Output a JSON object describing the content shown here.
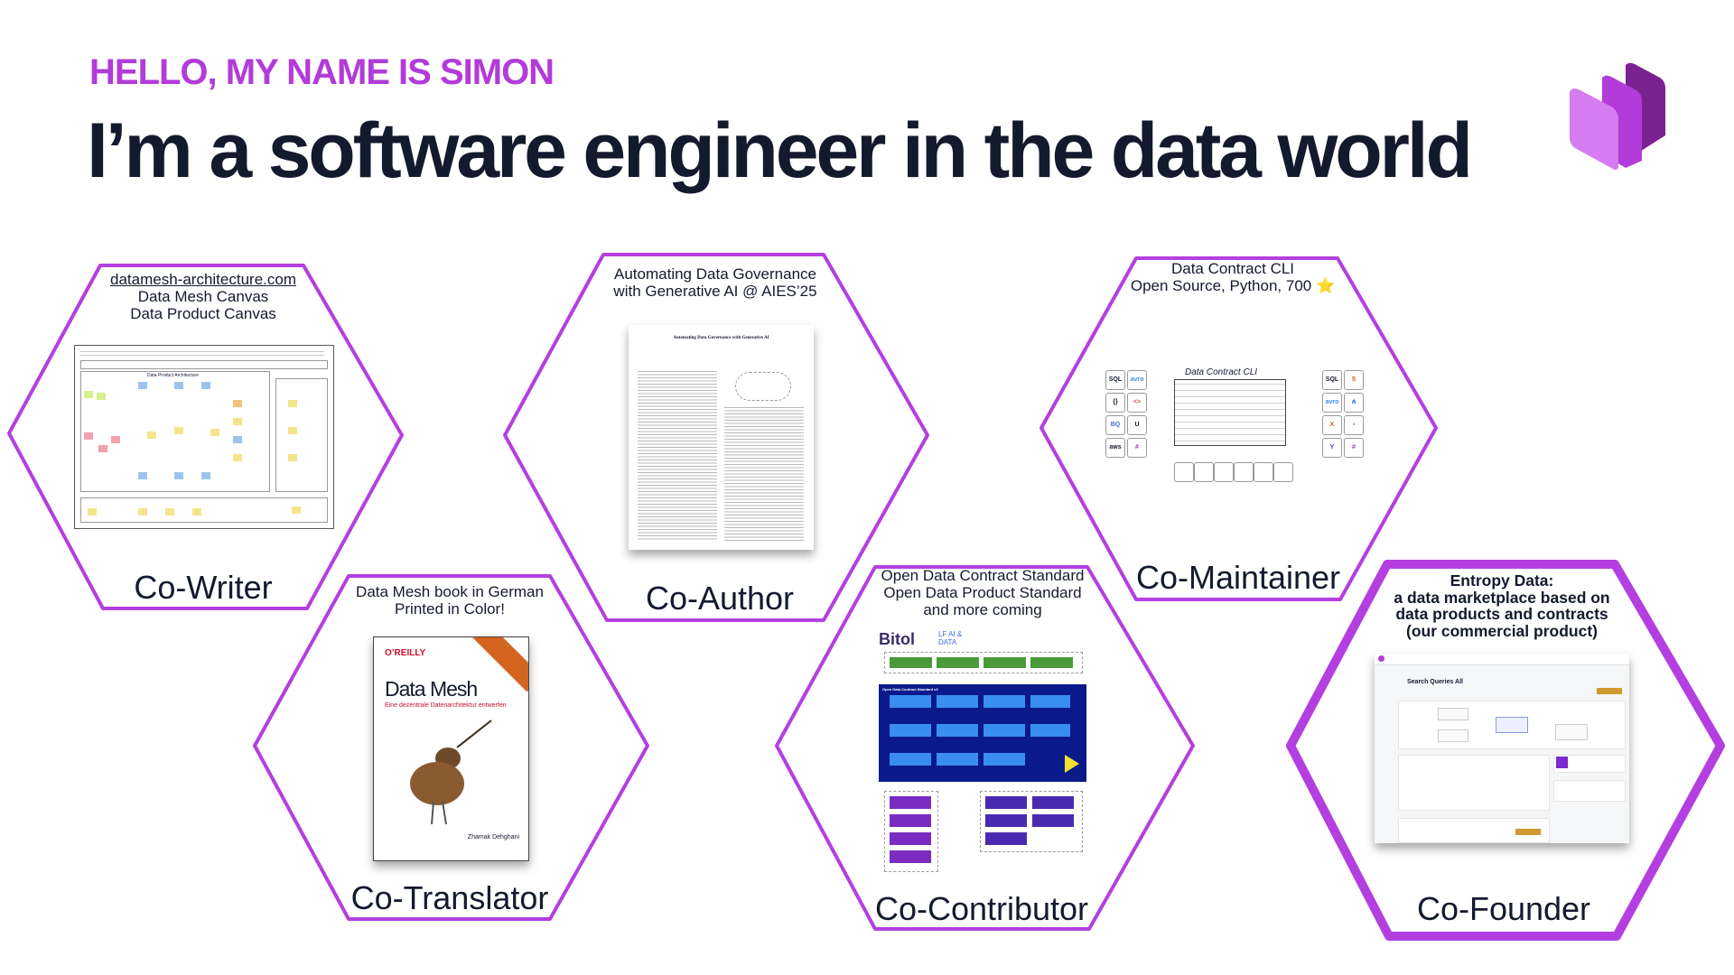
{
  "header": {
    "greeting": "HELLO, MY NAME IS SIMON",
    "title": "I’m a software engineer in the data world",
    "logo_icon": "entropy-data-cube-logo"
  },
  "colors": {
    "accent": "#b23bd9",
    "text": "#141a2e",
    "logo_light": "#d57cf0",
    "logo_mid": "#b23bd9",
    "logo_dark": "#7a2390"
  },
  "roles": [
    {
      "label": "Co-Writer",
      "caption": [
        "datamesh-architecture.com",
        "Data Mesh Canvas",
        "Data Product Canvas"
      ]
    },
    {
      "label": "Co-Translator",
      "caption": [
        "Data Mesh book in German",
        "Printed in Color!"
      ]
    },
    {
      "label": "Co-Author",
      "caption": [
        "Automating Data Governance",
        "with Generative AI @ AIES’25"
      ]
    },
    {
      "label": "Co-Contributor",
      "caption": [
        "Open Data Contract Standard",
        "Open Data Product Standard",
        "and more coming"
      ]
    },
    {
      "label": "Co-Maintainer",
      "caption": [
        "Data Contract CLI",
        "Open Source, Python, 700 ⭐"
      ]
    },
    {
      "label": "Co-Founder",
      "caption": [
        "Entropy Data:",
        "a data marketplace based on",
        "data products and contracts",
        "(our commercial product)"
      ]
    }
  ],
  "thumbnails": {
    "canvas": {
      "heading": "Data Product Architecture"
    },
    "paper": {
      "title": "Automating Data Governance with Generative AI"
    },
    "cli": {
      "title": "Data Contract CLI",
      "tiles_left": [
        "SQL",
        "avro",
        "{}",
        "<>",
        "BQ",
        "U",
        "aws",
        "#"
      ],
      "tiles_right": [
        "SQL",
        "5",
        "avro",
        "⋔",
        "X",
        "▪",
        "Y",
        "#"
      ]
    },
    "book": {
      "publisher": "O’REILLY",
      "title": "Data Mesh",
      "subtitle": "Eine dezentrale Datenarchitektur entwerfen",
      "author": "Zhamak Dehghani"
    },
    "bitol": {
      "brand": "Bitol",
      "partner": "LF AI & DATA",
      "panel": "Open Data Contract Standard v3"
    },
    "entropy": {
      "page_title": "Search Queries All"
    }
  }
}
